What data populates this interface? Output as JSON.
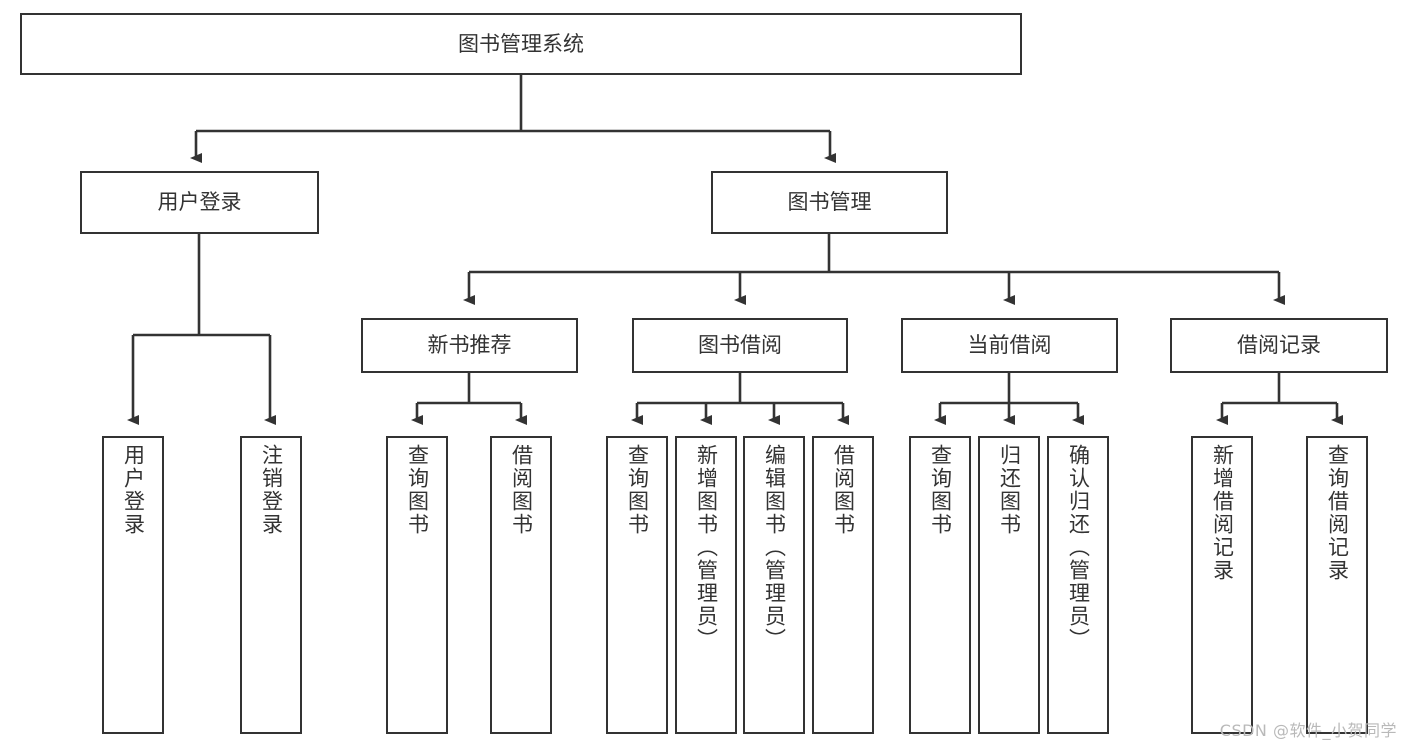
{
  "diagram": {
    "title": "图书管理系统",
    "type": "tree-hierarchy-chart",
    "colors": {
      "box_border": "#333333",
      "box_fill": "#ffffff",
      "edge": "#333333",
      "text": "#333333",
      "watermark": "#b9b9b9",
      "background": "#ffffff"
    },
    "root": {
      "label": "图书管理系统"
    },
    "level2": [
      {
        "label": "用户登录"
      },
      {
        "label": "图书管理"
      }
    ],
    "level3": [
      {
        "label": "新书推荐"
      },
      {
        "label": "图书借阅"
      },
      {
        "label": "当前借阅"
      },
      {
        "label": "借阅记录"
      }
    ],
    "leaves": {
      "user_login": [
        {
          "label": "用户登录"
        },
        {
          "label": "注销登录"
        }
      ],
      "new_book_recommend": [
        {
          "label": "查询图书"
        },
        {
          "label": "借阅图书"
        }
      ],
      "book_borrow": [
        {
          "label": "查询图书"
        },
        {
          "label": "新增图书（管理员）"
        },
        {
          "label": "编辑图书（管理员）"
        },
        {
          "label": "借阅图书"
        }
      ],
      "current_borrow": [
        {
          "label": "查询图书"
        },
        {
          "label": "归还图书"
        },
        {
          "label": "确认归还（管理员）"
        }
      ],
      "borrow_record": [
        {
          "label": "新增借阅记录"
        },
        {
          "label": "查询借阅记录"
        }
      ]
    }
  },
  "watermark": {
    "text": "CSDN @软件_小贺同学"
  }
}
